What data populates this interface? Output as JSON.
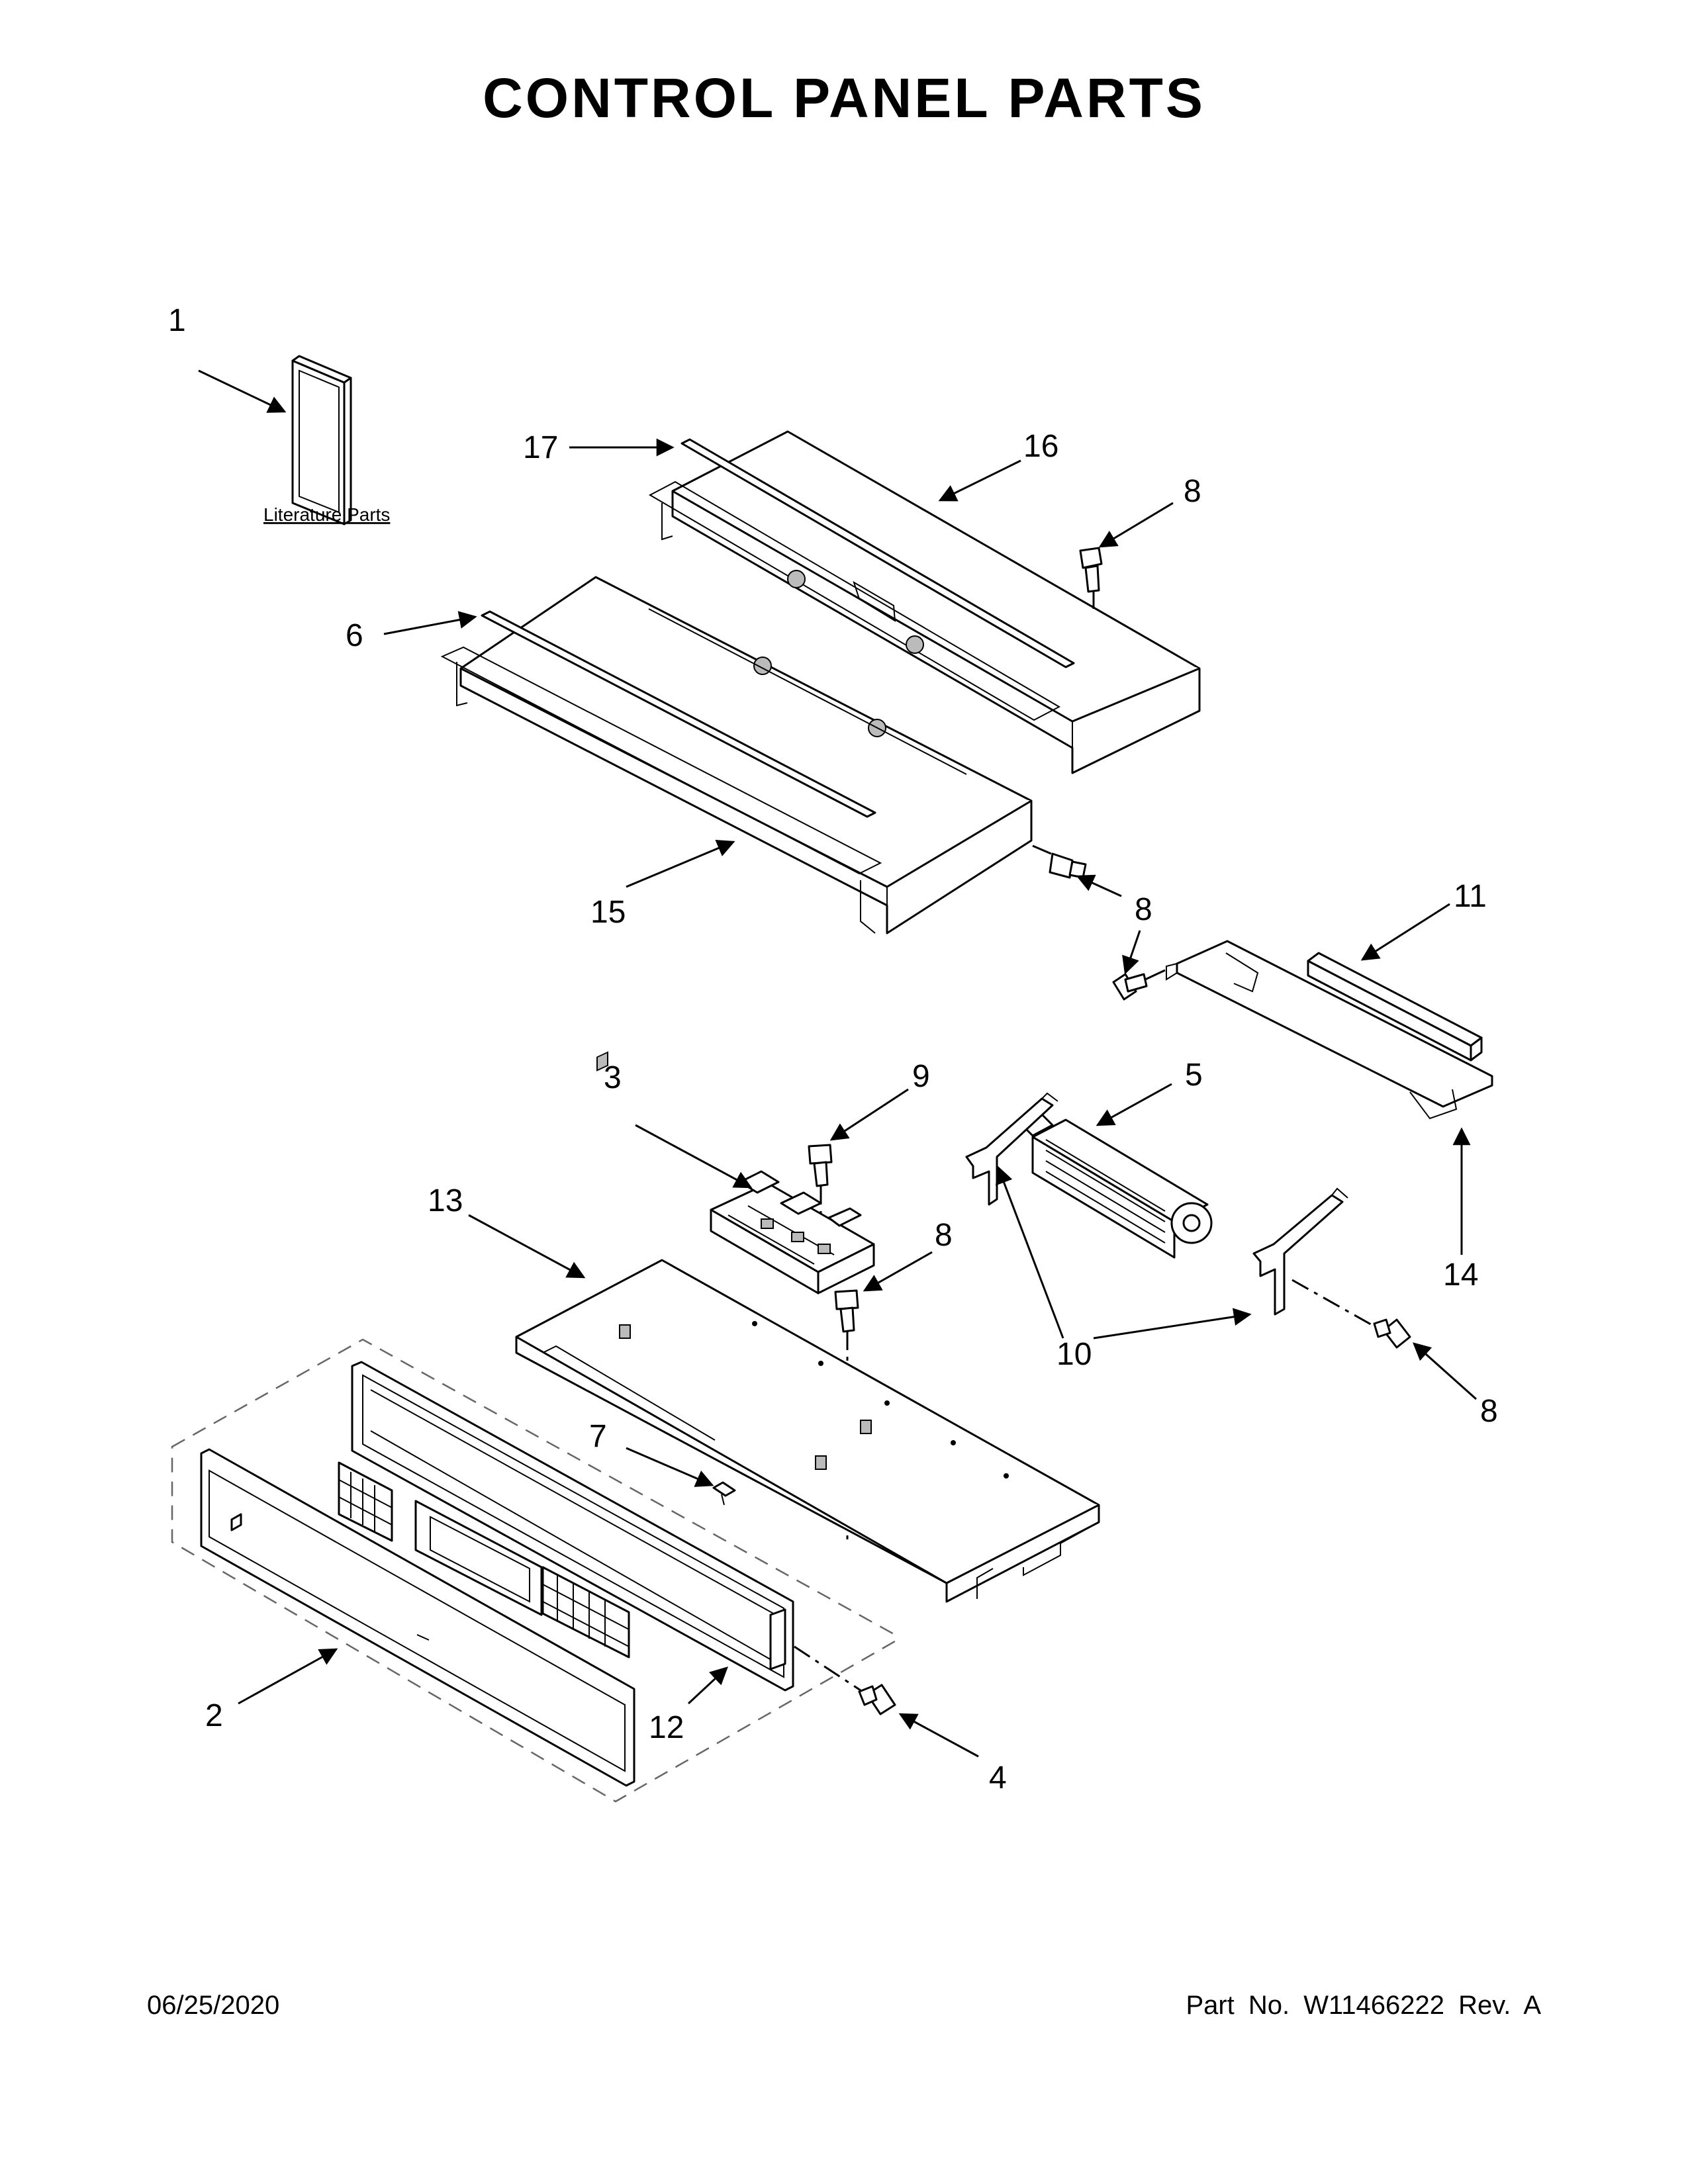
{
  "title": "CONTROL PANEL PARTS",
  "literature_label": "Literature Parts",
  "callouts": [
    "1",
    "2",
    "3",
    "4",
    "5",
    "6",
    "7",
    "8",
    "8",
    "8",
    "8",
    "8",
    "9",
    "10",
    "11",
    "12",
    "13",
    "14",
    "15",
    "16",
    "17"
  ],
  "footer": {
    "date": "06/25/2020",
    "part_number": "Part No.  W11466222  Rev.  A"
  }
}
